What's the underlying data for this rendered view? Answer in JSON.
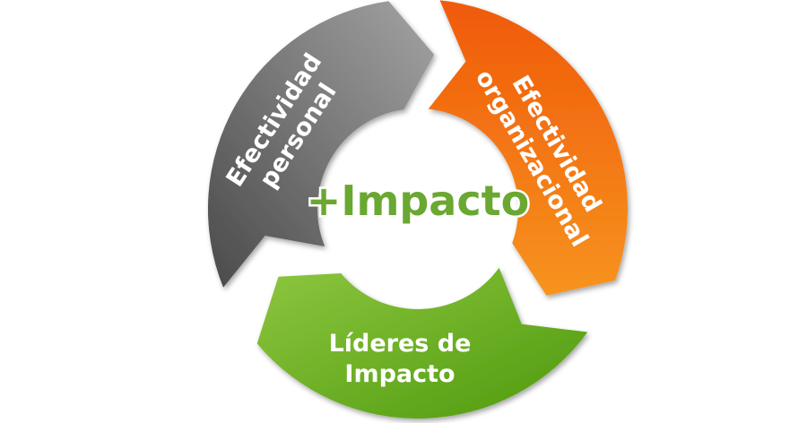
{
  "center_label": "+Impacto",
  "segments": [
    {
      "id": "personal",
      "lines": [
        "Efectividad",
        "personal"
      ],
      "color_start": "#4a4a4a",
      "color_end": "#a3a3a3"
    },
    {
      "id": "organizacional",
      "lines": [
        "Efectividad",
        "organizacional"
      ],
      "color_start": "#f05a0a",
      "color_end": "#f7931e"
    },
    {
      "id": "lideres",
      "lines": [
        "Líderes de",
        "Impacto"
      ],
      "color_start": "#8dc63f",
      "color_end": "#4e9a0e"
    }
  ],
  "colors": {
    "center_text": "#6aa832",
    "label_text": "#ffffff"
  }
}
